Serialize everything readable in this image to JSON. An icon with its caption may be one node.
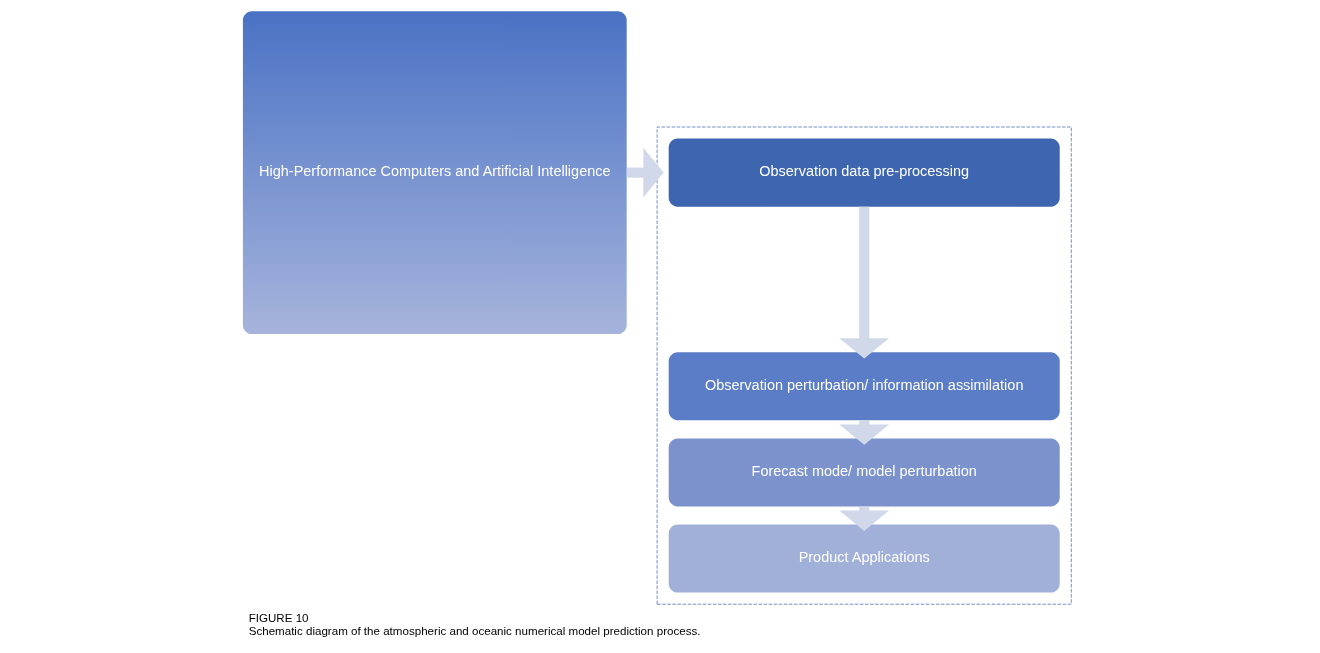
{
  "diagram": {
    "title": "FIGURE 10",
    "caption": "Schematic diagram of the atmospheric and oceanic numerical model prediction process.",
    "nodes": [
      {
        "text": [
          "High-Performance Computers and Artificial Intelligence"
        ]
      },
      {
        "text": [],
        "shape": "box"
      },
      {
        "text": [
          "Observation data pre-processing"
        ],
        "in": 1
      },
      {
        "text": [
          "Observation perturbation/ information assimilation"
        ],
        "in": 1
      },
      {
        "text": [
          "Forecast mode/ model perturbation"
        ],
        "in": 1
      },
      {
        "text": [
          "Product Applications"
        ],
        "in": 1
      }
    ],
    "edges": [
      {
        "from": 0,
        "to": 1,
        "arrow": "to"
      },
      {
        "from": 2,
        "to": 3,
        "arrow": "to"
      },
      {
        "from": 3,
        "to": 4,
        "arrow": "to"
      },
      {
        "from": 4,
        "to": 5,
        "arrow": "to"
      }
    ]
  }
}
